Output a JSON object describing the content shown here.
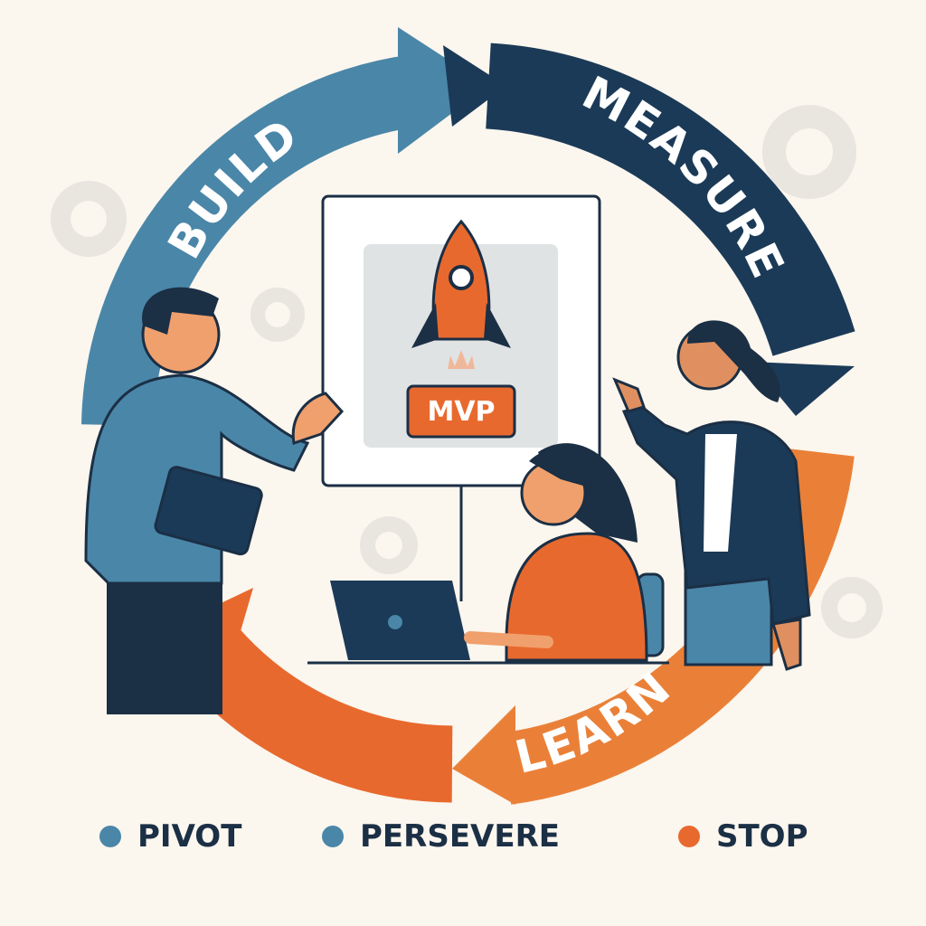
{
  "cycle": {
    "build_label": "BUILD",
    "measure_label": "MEASURE",
    "learn_label": "LEARN"
  },
  "screen": {
    "badge": "MVP"
  },
  "legend": [
    {
      "label": "PIVOT",
      "color": "#4a86a8"
    },
    {
      "label": "PERSEVERE",
      "color": "#4a86a8"
    },
    {
      "label": "STOP",
      "color": "#e8692e"
    }
  ],
  "colors": {
    "background": "#fbf6ee",
    "blue": "#4a86a8",
    "navy": "#1b3a57",
    "orange": "#e8692e",
    "light_orange": "#ea8038"
  }
}
